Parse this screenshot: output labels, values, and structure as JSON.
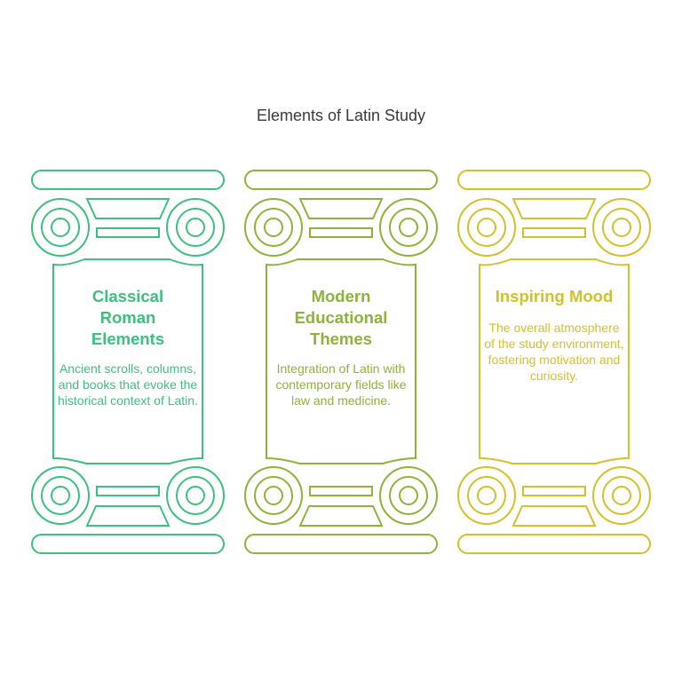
{
  "title": "Elements of Latin Study",
  "pillars": [
    {
      "heading": "Classical Roman Elements",
      "description": "Ancient scrolls, columns, and books that evoke the historical context of Latin.",
      "color": "#3dbf7e"
    },
    {
      "heading": "Modern Educational Themes",
      "description": "Integration of Latin with contemporary fields like law and medicine.",
      "color": "#8db33a"
    },
    {
      "heading": "Inspiring Mood",
      "description": "The overall atmosphere of the study environment, fostering motivation and curiosity.",
      "color": "#d4c02a"
    }
  ]
}
